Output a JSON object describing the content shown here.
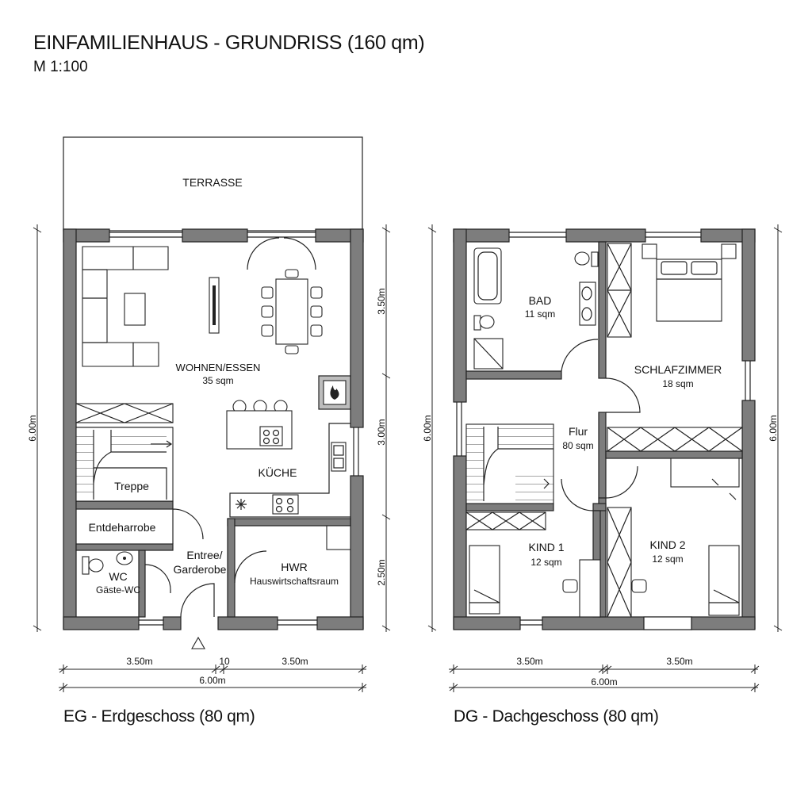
{
  "header": {
    "title": "EINFAMILIENHAUS - GRUNDRISS (160 qm)",
    "scale": "M 1:100"
  },
  "floors": {
    "eg": {
      "caption": "EG - Erdgeschoss (80 qm)",
      "rooms": {
        "terrasse": "TERRASSE",
        "wohnen_name": "WOHNEN/ESSEN",
        "wohnen_area": "35 sqm",
        "kueche": "KÜCHE",
        "treppe": "Treppe",
        "entdeharrobe": "Entdeharrobe",
        "wc_name": "WC",
        "wc_sub": "Gäste-WC",
        "entree_line1": "Entree/",
        "entree_line2": "Garderobe",
        "hwr_name": "HWR",
        "hwr_sub": "Hauswirtschaftsraum"
      },
      "dims": {
        "left_total": "6.00m",
        "right_top": "3.50m",
        "right_mid": "3.00m",
        "right_bottom": "2.50m",
        "bottom_left": "3.50m",
        "bottom_mid": "10",
        "bottom_right": "3.50m",
        "bottom_total": "6.00m"
      }
    },
    "dg": {
      "caption": "DG - Dachgeschoss (80 qm)",
      "rooms": {
        "bad_name": "BAD",
        "bad_area": "11 sqm",
        "schlaf_name": "SCHLAFZIMMER",
        "schlaf_area": "18 sqm",
        "flur_name": "Flur",
        "flur_area": "80 sqm",
        "kind1_name": "KIND 1",
        "kind1_area": "12 sqm",
        "kind2_name": "KIND 2",
        "kind2_area": "12 sqm"
      },
      "dims": {
        "left_total": "6.00m",
        "right_total": "6.00m",
        "bottom_left": "3.50m",
        "bottom_right": "3.50m",
        "bottom_total": "6.00m"
      }
    }
  },
  "icons": {
    "entrance": "entrance-arrow-icon",
    "fireplace": "fireplace-flame-icon"
  },
  "colors": {
    "wall_fill": "#7d7d7d",
    "line": "#222222",
    "background": "#ffffff"
  }
}
